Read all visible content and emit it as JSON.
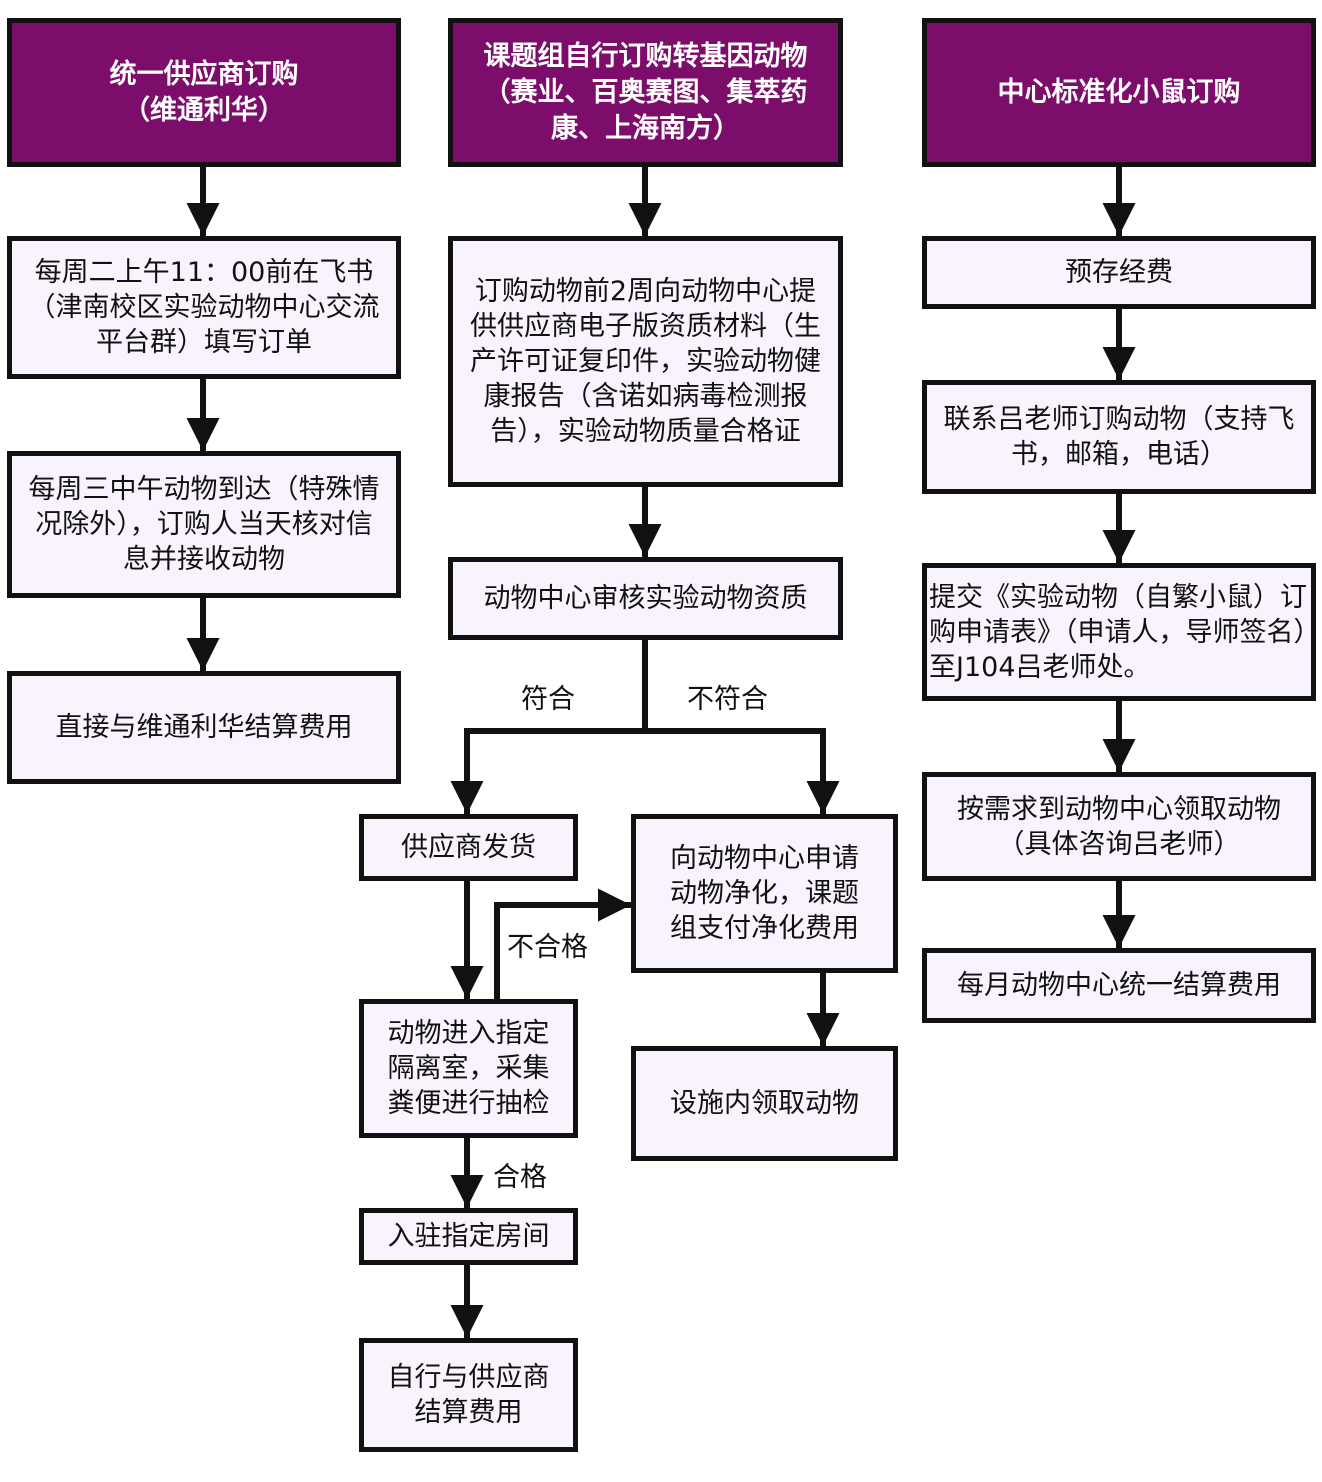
{
  "diagram": {
    "colors": {
      "header_fill": "#7d0d6b",
      "box_fill": "#f8f3fc",
      "stroke": "#111111",
      "header_text": "#ffffff"
    },
    "columns": [
      {
        "header": "统一供应商订购\n（维通利华）",
        "steps": [
          "每周二上午11：00前在飞书（津南校区实验动物中心交流平台群）填写订单",
          "每周三中午动物到达（特殊情况除外），订购人当天核对信息并接收动物",
          "直接与维通利华结算费用"
        ]
      },
      {
        "header": "课题组自行订购转基因动物（赛业、百奥赛图、集萃药康、上海南方）",
        "steps": [
          "订购动物前2周向动物中心提供供应商电子版资质材料（生产许可证复印件，实验动物健康报告（含诺如病毒检测报告），实验动物质量合格证",
          "动物中心审核实验动物资质"
        ],
        "branch_labels": {
          "pass": "符合",
          "fail": "不符合"
        },
        "pass_branch": [
          "供应商发货",
          "动物进入指定隔离室，采集粪便进行抽检",
          "入驻指定房间",
          "自行与供应商结算费用"
        ],
        "fail_branch": [
          "向动物中心申请动物净化，课题组支付净化费用",
          "设施内领取动物"
        ],
        "inspection_labels": {
          "fail": "不合格",
          "pass": "合格"
        }
      },
      {
        "header": "中心标准化小鼠订购",
        "steps": [
          "预存经费",
          "联系吕老师订购动物（支持飞书，邮箱，电话）",
          "提交《实验动物（自繁小鼠）订购申请表》（申请人，导师签名）至J104吕老师处。",
          "按需求到动物中心领取动物（具体咨询吕老师）",
          "每月动物中心统一结算费用"
        ]
      }
    ]
  }
}
